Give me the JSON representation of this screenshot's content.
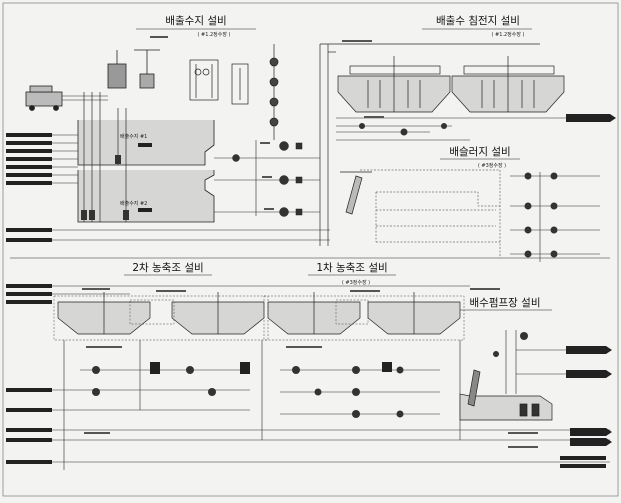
{
  "sections": {
    "discharge_water": {
      "title": "배출수지 설비",
      "subtitle": "( #1.2정수장 )"
    },
    "discharge_settling": {
      "title": "배출수 침전지 설비",
      "subtitle": "( #1.2정수장 )"
    },
    "sludge": {
      "title": "배슬러지 설비",
      "subtitle": "( #3정수장 )"
    },
    "thickener2": {
      "title": "2차 농축조 설비",
      "subtitle": ""
    },
    "thickener1": {
      "title": "1차 농축조 설비",
      "subtitle": "( #3정수장 )"
    },
    "pump_station": {
      "title": "배수펌프장 설비",
      "subtitle": ""
    }
  },
  "tank_labels": {
    "tank_a": "배출수지 #1",
    "tank_b": "배출수지 #2"
  },
  "colors": {
    "line": "#2a2a2a",
    "tank_fill": "#d6d6d4",
    "box_fill": "#222222",
    "background": "#f3f3f1"
  },
  "icons": [
    "pump-icon",
    "valve-icon",
    "crane-icon",
    "inlet-arrow-icon",
    "outlet-arrow-icon",
    "thickener-tank-icon"
  ]
}
